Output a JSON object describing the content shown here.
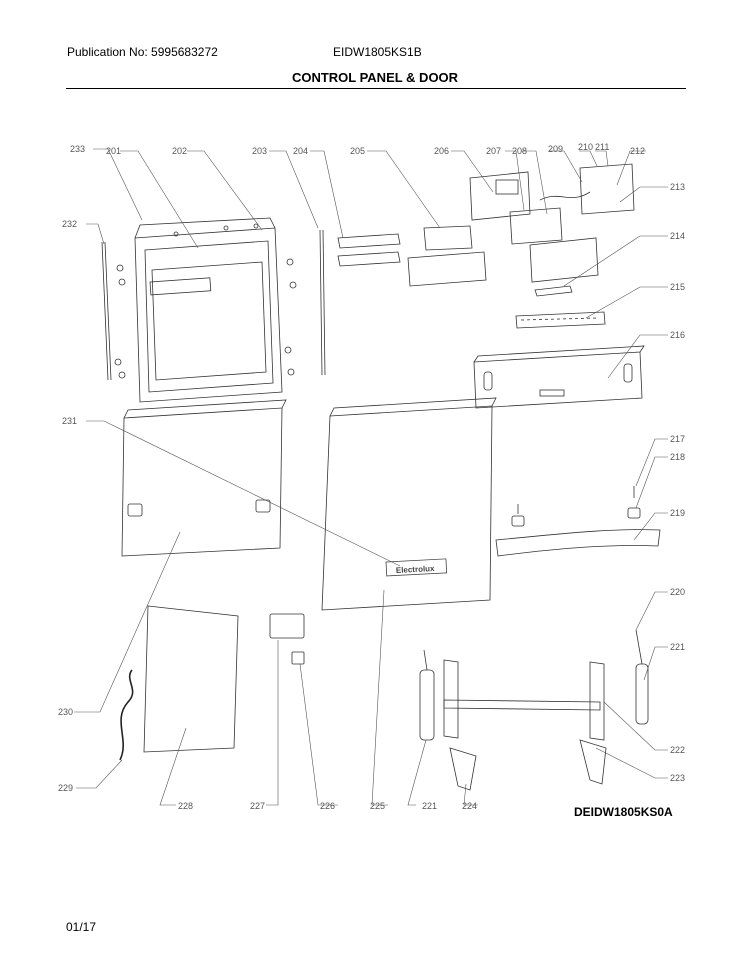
{
  "header": {
    "publication": "Publication No: 5995683272",
    "model": "EIDW1805KS1B",
    "title": "CONTROL PANEL & DOOR"
  },
  "diagram": {
    "brand_badge": "Electrolux",
    "parts": [
      {
        "id": "201"
      },
      {
        "id": "202"
      },
      {
        "id": "203"
      },
      {
        "id": "204"
      },
      {
        "id": "205"
      },
      {
        "id": "206"
      },
      {
        "id": "207"
      },
      {
        "id": "208"
      },
      {
        "id": "209"
      },
      {
        "id": "210"
      },
      {
        "id": "211"
      },
      {
        "id": "212"
      },
      {
        "id": "213"
      },
      {
        "id": "214"
      },
      {
        "id": "215"
      },
      {
        "id": "216"
      },
      {
        "id": "217"
      },
      {
        "id": "218"
      },
      {
        "id": "219"
      },
      {
        "id": "220"
      },
      {
        "id": "221"
      },
      {
        "id": "222"
      },
      {
        "id": "223"
      },
      {
        "id": "224"
      },
      {
        "id": "225"
      },
      {
        "id": "226"
      },
      {
        "id": "227"
      },
      {
        "id": "228"
      },
      {
        "id": "229"
      },
      {
        "id": "230"
      },
      {
        "id": "231"
      },
      {
        "id": "232"
      },
      {
        "id": "233"
      },
      {
        "id": "221"
      }
    ]
  },
  "footer": {
    "drawing_code": "DEIDW1805KS0A",
    "date": "01/17"
  }
}
